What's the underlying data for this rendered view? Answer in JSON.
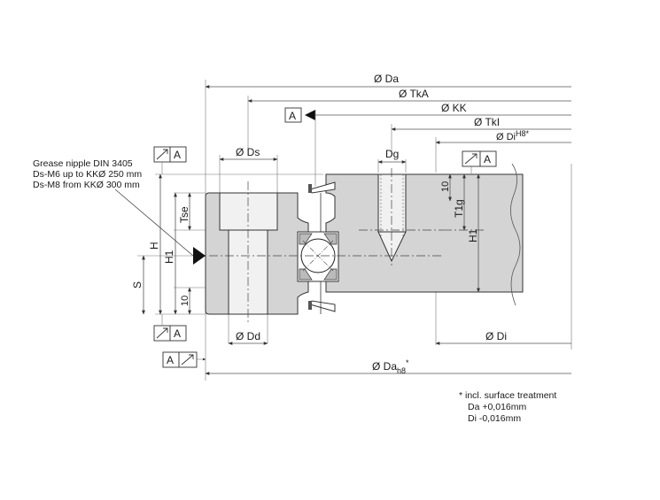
{
  "labels": {
    "da": "Ø Da",
    "tka": "Ø TkA",
    "kk": "Ø KK",
    "tki": "Ø TkI",
    "di_h8_main": "Ø Di",
    "di_h8_sup": "H8*",
    "ds": "Ø Ds",
    "dg": "Dg",
    "dd": "Ø Dd",
    "di": "Ø Di",
    "da_h8_main": "Ø Da",
    "da_h8_sub": "h8",
    "da_h8_sup": "*",
    "h": "H",
    "h1_left": "H1",
    "h1_right": "H1",
    "s": "S",
    "tse": "Tse",
    "ten_left": "10",
    "ten_right": "10",
    "t1g": "T1g"
  },
  "grease_note": {
    "line1": "Grease nipple DIN 3405",
    "line2": "Ds-M6 up to KKØ 250 mm",
    "line3": "Ds-M8 from KKØ 300 mm"
  },
  "datum": "A",
  "footnote": {
    "line1": "*  incl. surface treatment",
    "line2": "Da +0,016mm",
    "line3": "Di -0,016mm"
  },
  "colors": {
    "section_fill": "#d4d4d4",
    "line": "#333333",
    "text": "#1a1a1a"
  }
}
